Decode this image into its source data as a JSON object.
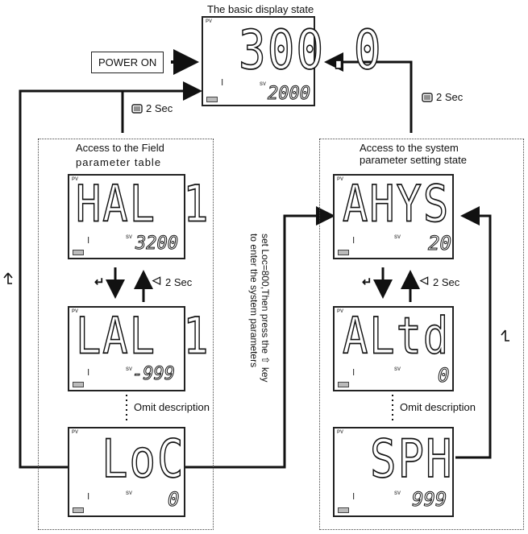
{
  "title": "The basic display state",
  "power_on": "POWER ON",
  "sec2_left": "2 Sec",
  "sec2_right": "2 Sec",
  "sec2_field": "2 Sec",
  "sec2_system": "2 Sec",
  "field_heading_line1": "Access to the Field",
  "field_heading_line2": "parameter  table",
  "system_heading_line1": "Access  to  the  system",
  "system_heading_line2": "parameter setting state",
  "omit_left": "Omit description",
  "omit_right": "Omit description",
  "center_note_line1": "set Loc=800,Then press the",
  "center_note_key": "key",
  "center_note_line2": "to enter the system parameters",
  "lcd_labels": {
    "pv": "PV",
    "sv": "SV"
  },
  "displays": {
    "basic": {
      "pv": "300.0",
      "sv": "2000"
    },
    "hal1": {
      "pv": "HAL 1",
      "sv": "3200"
    },
    "lal1": {
      "pv": "LAL 1",
      "sv": "-999"
    },
    "loc": {
      "pv": "LoC",
      "sv": "0"
    },
    "ahys": {
      "pv": "AHYS",
      "sv": "20"
    },
    "altd": {
      "pv": "ALtd",
      "sv": "0"
    },
    "sph": {
      "pv": "SPH",
      "sv": "999"
    }
  },
  "icons": {
    "menu_key": "menu-key-icon",
    "enter_key": "enter-key-icon",
    "back_key": "back-key-icon",
    "up_key": "up-key-icon"
  }
}
